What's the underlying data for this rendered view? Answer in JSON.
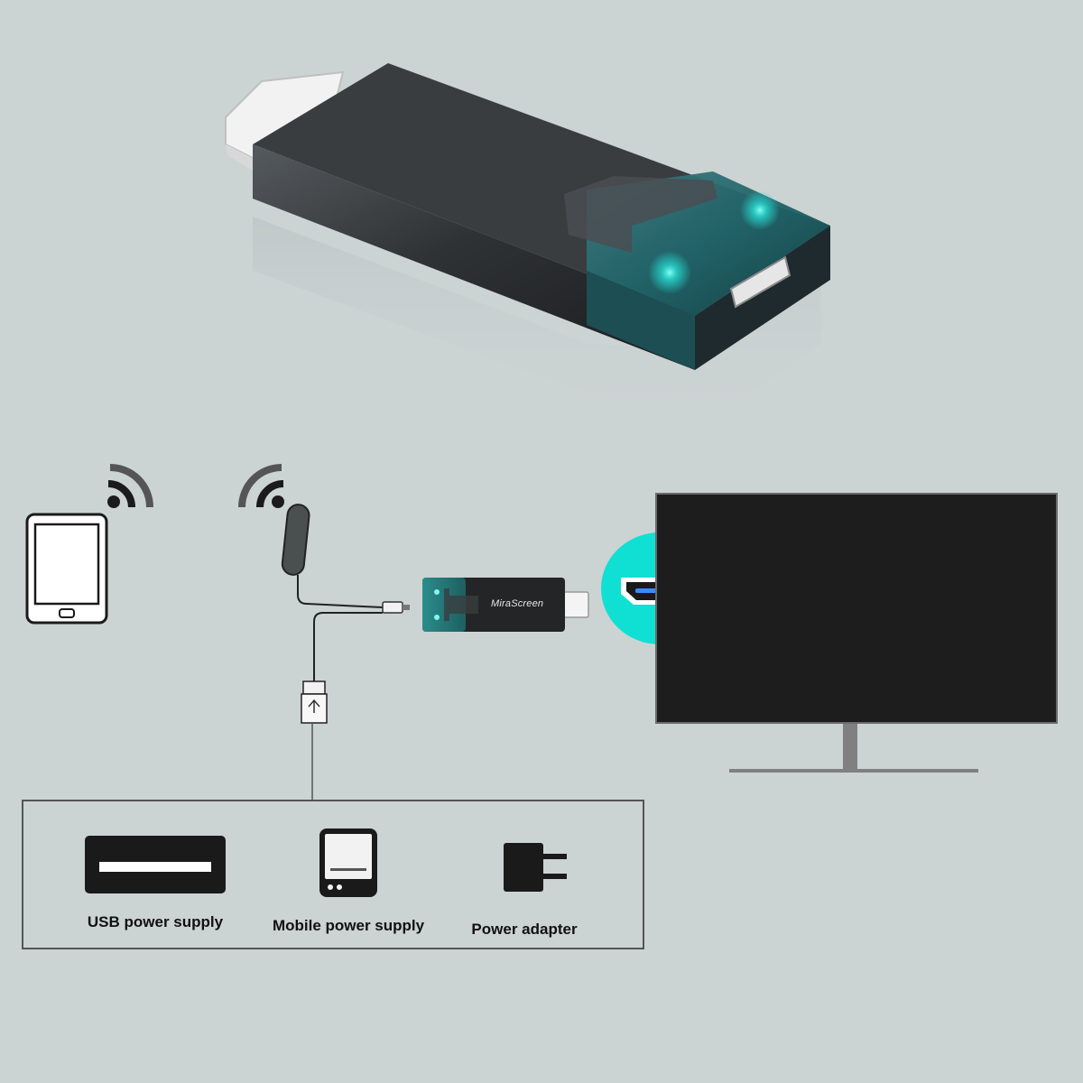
{
  "dongle_brand": "MiraScreen",
  "power_options": [
    {
      "label": "USB power supply",
      "icon": "usb-port-icon"
    },
    {
      "label": "Mobile power supply",
      "icon": "power-bank-icon"
    },
    {
      "label": "Power adapter",
      "icon": "power-adapter-icon"
    }
  ],
  "icons": {
    "phone": "smartphone-icon",
    "wifi": "wifi-signal-icon",
    "hdmi": "hdmi-port-icon",
    "tv": "tv-monitor-icon",
    "usb_plug": "usb-plug-icon"
  },
  "colors": {
    "background": "#ccd3d3",
    "accent_teal": "#10e0d4",
    "device_body": "#2a2c2e",
    "tv_screen": "#1d1d1d"
  }
}
